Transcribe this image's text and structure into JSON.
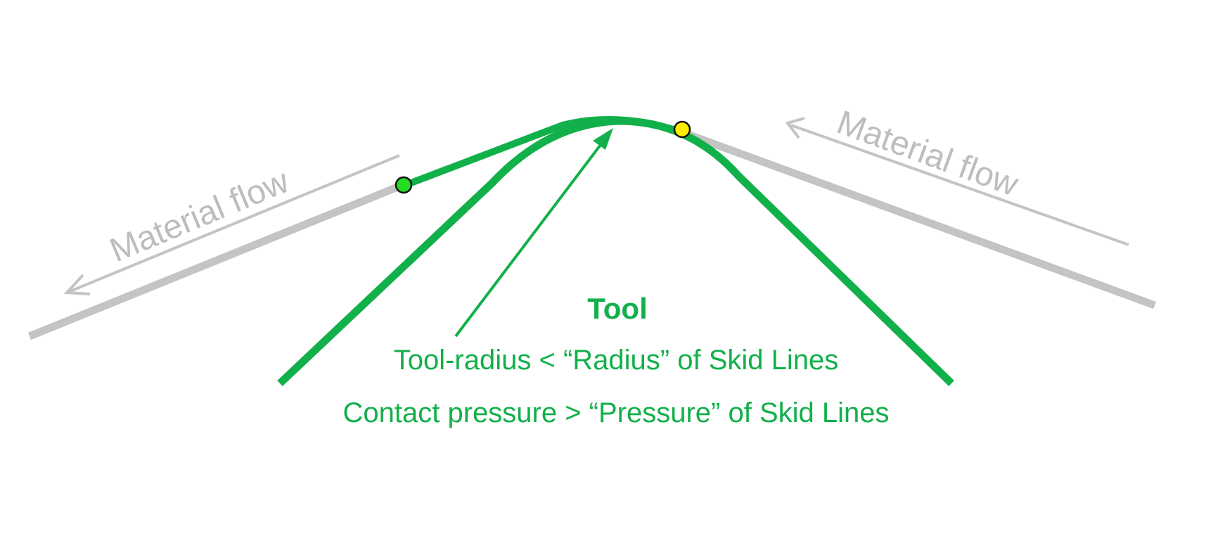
{
  "labels": {
    "tool": "Tool",
    "tool_radius": "Tool-radius < “Radius” of Skid Lines",
    "contact_pressure": "Contact pressure > “Pressure” of Skid Lines",
    "material_flow_left": "Material flow",
    "material_flow_right": "Material flow"
  },
  "colors": {
    "tool": "#12b04a",
    "material": "#bdbdbd",
    "start_point": "#22dd22",
    "end_point": "#ffee00",
    "point_outline": "#111111"
  }
}
